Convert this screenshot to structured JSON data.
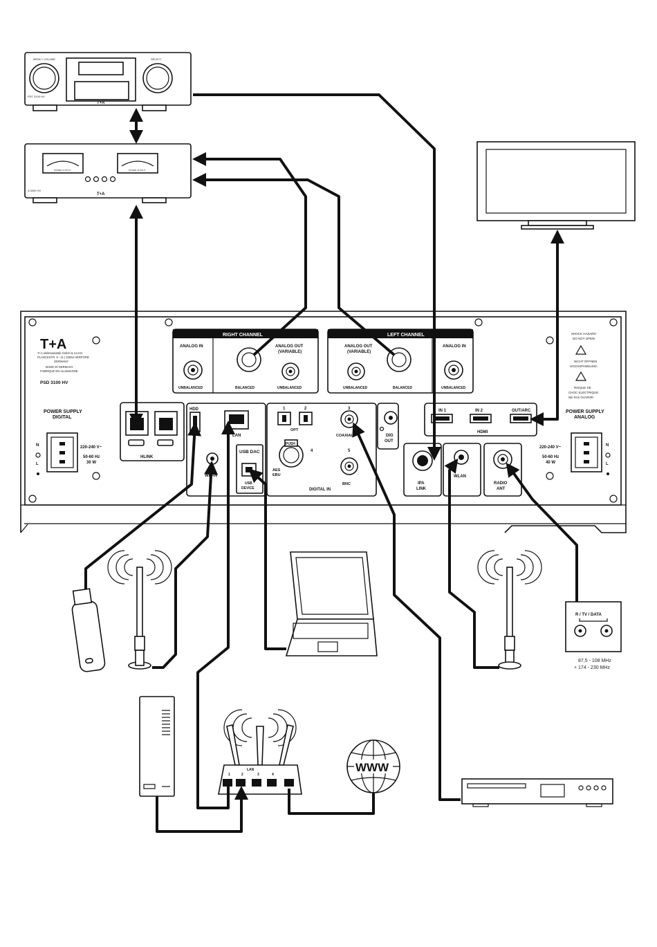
{
  "brand": "T+A",
  "panel": {
    "maker_lines": [
      "T+A elektroakustik GmbH & Co.KG",
      "PLANCKSTR. 9 - 11 | 32052 HERFORD",
      "GERMANY",
      "MADE IN GERMANY",
      "FABRIQUE EN ALLEMAGNE"
    ],
    "model": "PSD 3100 HV",
    "power_digital": {
      "title_1": "POWER SUPPLY",
      "title_2": "DIGITAL",
      "voltage": "220-240 V~",
      "freq": "50-60 Hz",
      "watts": "30 W"
    },
    "power_analog": {
      "title_1": "POWER SUPPLY",
      "title_2": "ANALOG",
      "voltage": "220-240 V~",
      "freq": "50-60 Hz",
      "watts": "40 W"
    },
    "mains_pins": {
      "n": "N",
      "l": "L"
    },
    "warning": [
      "SHOCK HAZARD",
      "DO NOT OPEN!",
      "NICHT ÖFFNEN",
      "HOCHSPANNUNG!",
      "RISQUE DE",
      "CHOC ELECTRIQUE",
      "NE PAS OUVRIR!"
    ],
    "right_channel": "RIGHT CHANNEL",
    "left_channel": "LEFT CHANNEL",
    "analog_in": "ANALOG IN",
    "analog_out_1": "ANALOG OUT",
    "analog_out_2": "(VARIABLE)",
    "unbalanced": "UNBALANCED",
    "balanced": "BALANCED",
    "hlink": "HLINK",
    "hdd": "HDD",
    "lan": "LAN",
    "wlan": "WLAN",
    "usb_dac": "USB DAC",
    "usb_device_1": "USB",
    "usb_device_2": "DEVICE",
    "opt": "OPT",
    "opt_1": "1",
    "opt_2": "2",
    "coaxial_num": "3",
    "coaxial": "COAXIAL",
    "aes_num": "4",
    "aes_1": "AES",
    "aes_2": "EBU",
    "push": "PUSH",
    "bnc_num": "5",
    "bnc": "BNC",
    "digital_in": "DIGITAL IN",
    "dig_out_1": "DIG",
    "dig_out_2": "OUT",
    "hdmi_in1": "IN 1",
    "hdmi_in2": "IN 2",
    "hdmi_out": "OUT/ARC",
    "hdmi": "HDMI",
    "ipa_1": "IPA",
    "ipa_2": "LINK",
    "radio_1": "RADIO",
    "radio_2": "ANT"
  },
  "devices": {
    "amp_model": "A 3000 HV",
    "top_model": "PDT 3100 HV",
    "top_left_knob": "MENU / VOLUME",
    "top_right_knob": "SELECT",
    "meter_label": "POWER OUTPUT",
    "wall_socket_title": "R / TV / DATA",
    "fm_band": "87,5 - 108 MHz",
    "dab_band": "+ 174 - 230 MHz",
    "router_lan": "LAN",
    "router_ports": [
      "1",
      "2",
      "3",
      "4"
    ],
    "www": "WWW"
  }
}
